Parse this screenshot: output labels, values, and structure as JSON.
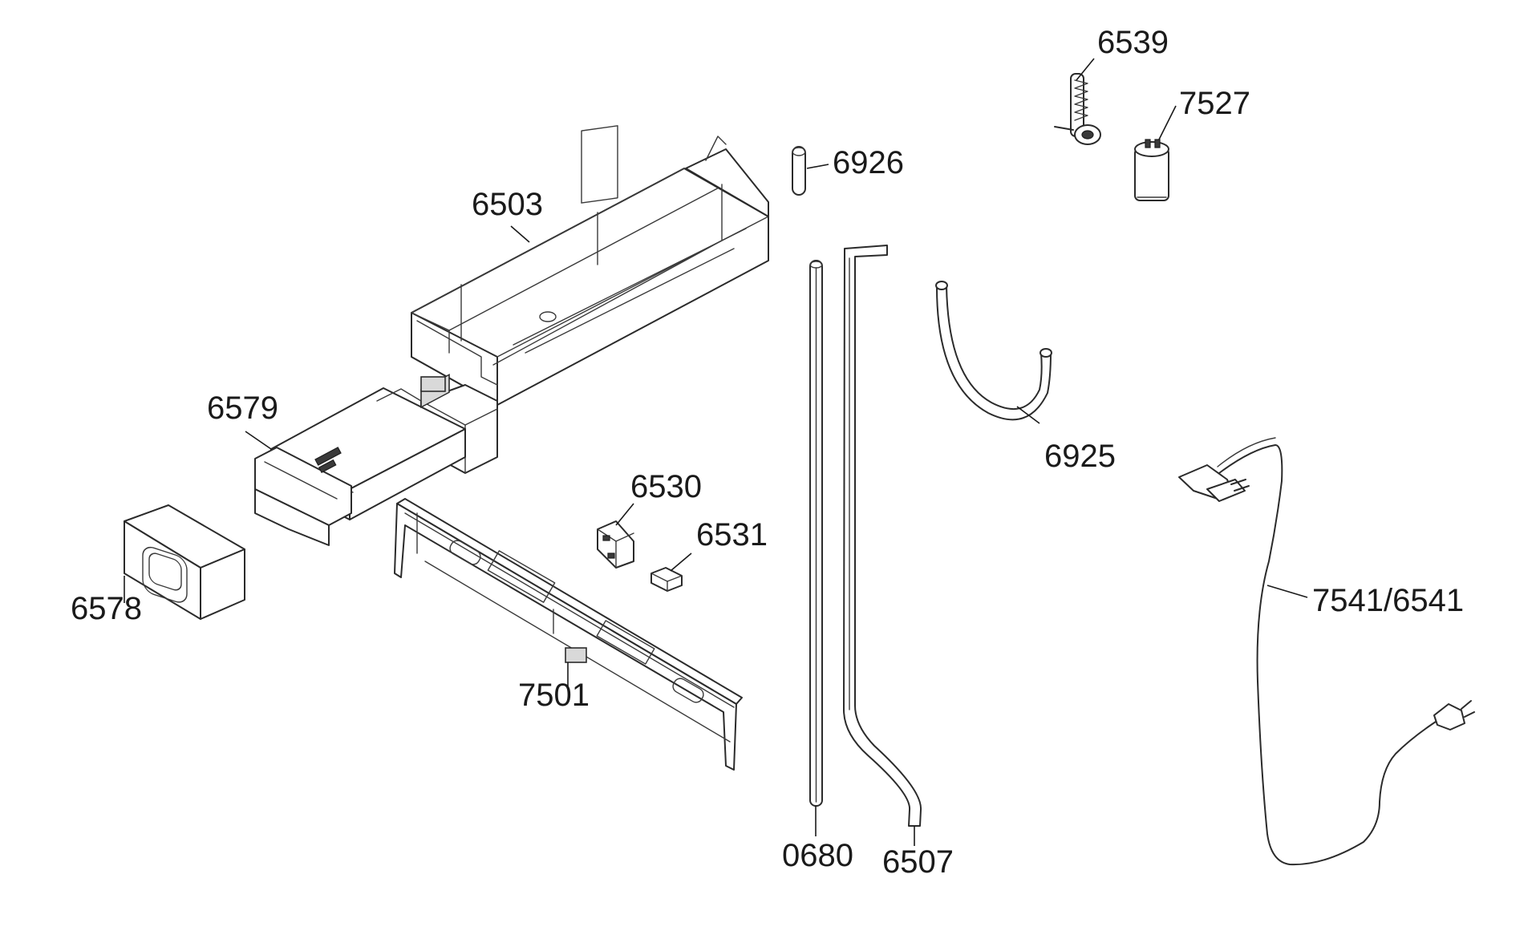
{
  "parts": [
    {
      "id": "6539",
      "label": "6539",
      "icon": "hose-clamp-icon"
    },
    {
      "id": "7527",
      "label": "7527",
      "icon": "capacitor-icon"
    },
    {
      "id": "6926",
      "label": "6926",
      "icon": "short-pin-icon"
    },
    {
      "id": "6503",
      "label": "6503",
      "icon": "detergent-drawer-housing-icon"
    },
    {
      "id": "6579",
      "label": "6579",
      "icon": "dispenser-drawer-icon"
    },
    {
      "id": "6578",
      "label": "6578",
      "icon": "drawer-handle-icon"
    },
    {
      "id": "6530",
      "label": "6530",
      "icon": "switch-module-icon"
    },
    {
      "id": "6531",
      "label": "6531",
      "icon": "small-switch-icon"
    },
    {
      "id": "7501",
      "label": "7501",
      "icon": "control-panel-frame-icon"
    },
    {
      "id": "0680",
      "label": "0680",
      "icon": "straight-tube-icon"
    },
    {
      "id": "6507",
      "label": "6507",
      "icon": "bent-tube-icon"
    },
    {
      "id": "6925",
      "label": "6925",
      "icon": "curved-hose-icon"
    },
    {
      "id": "7541/6541",
      "label": "7541/6541",
      "icon": "power-cord-icon"
    }
  ]
}
